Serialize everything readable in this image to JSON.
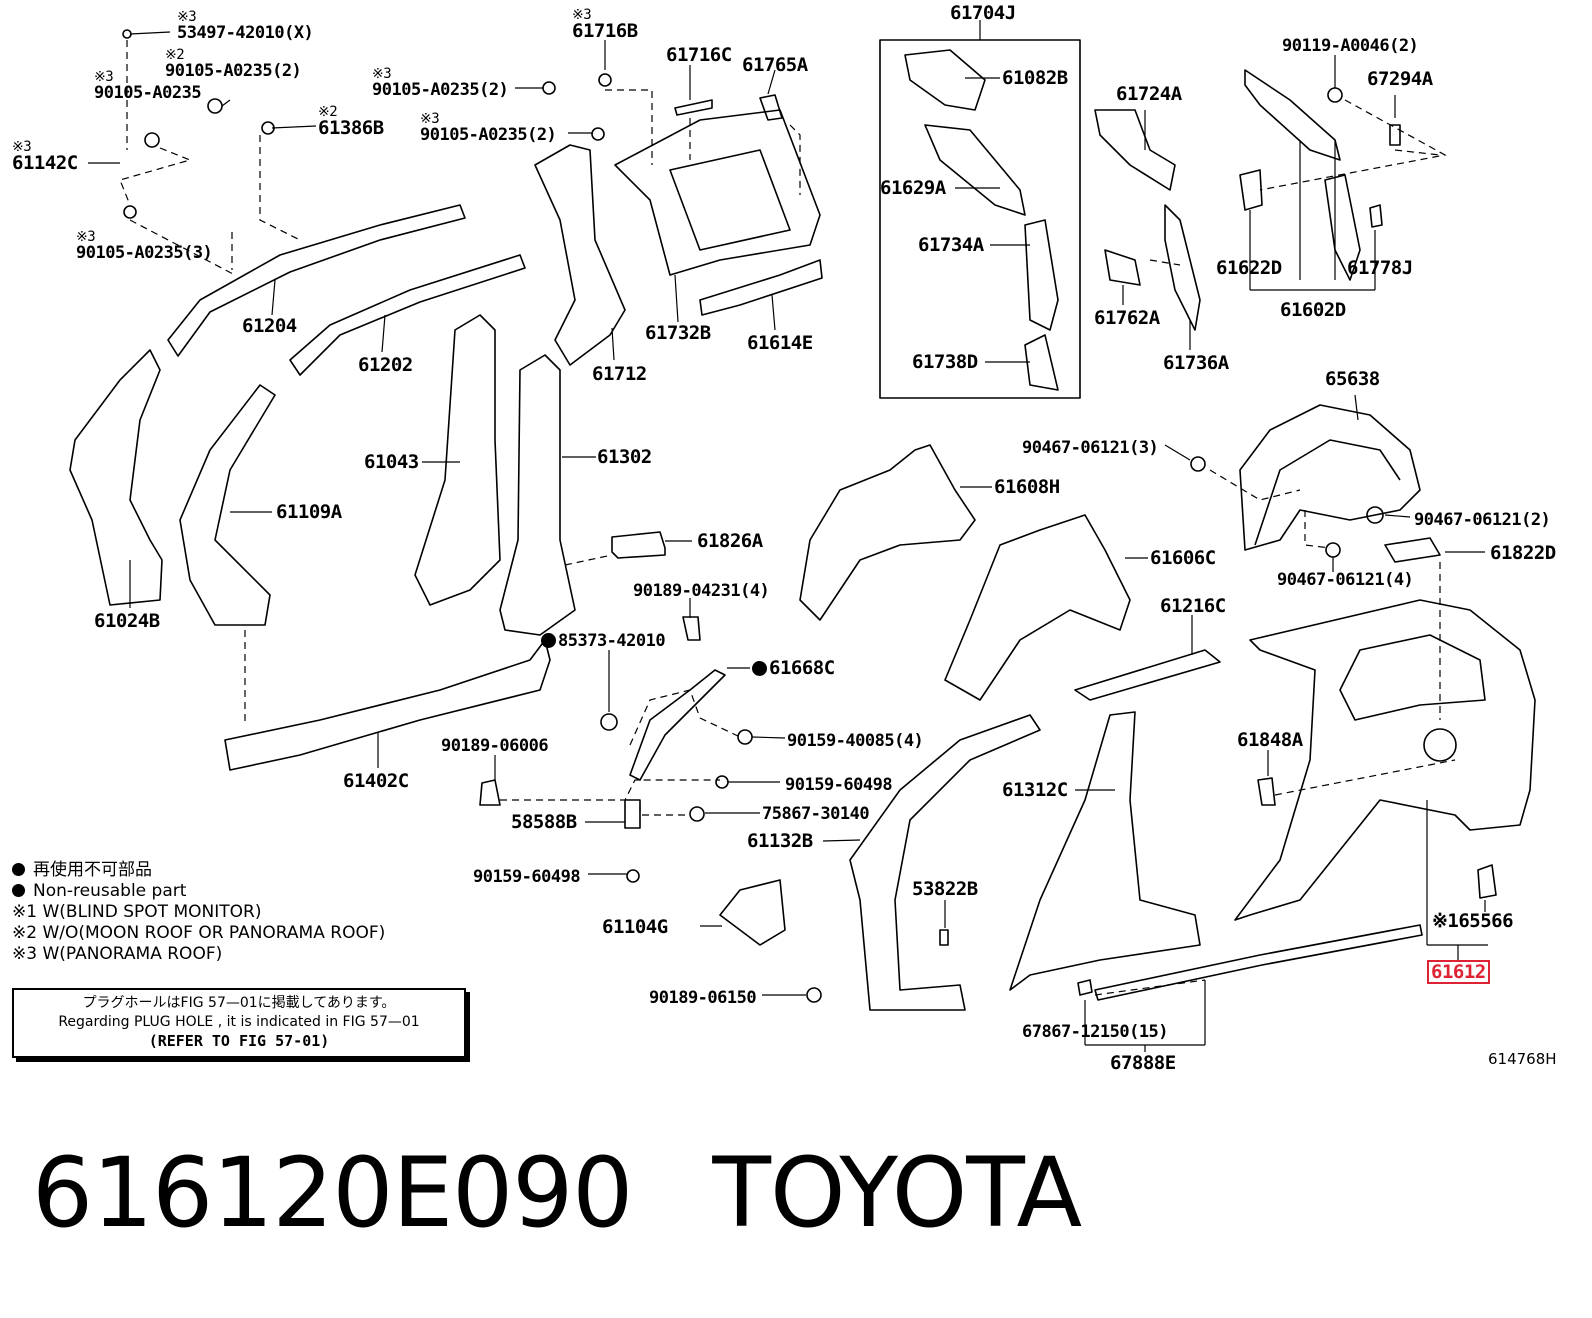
{
  "labels": {
    "p53497": {
      "text": "53497-42010(X)",
      "note": "※3"
    },
    "p90105a": {
      "text": "90105-A0235(2)",
      "note": "※2"
    },
    "p90105b": {
      "text": "90105-A0235",
      "note": "※3"
    },
    "p61386B": {
      "text": "61386B",
      "note": "※2"
    },
    "p61142C": {
      "text": "61142C",
      "note": "※3"
    },
    "p90105c": {
      "text": "90105-A0235(3)",
      "note": "※3"
    },
    "p61204": {
      "text": "61204"
    },
    "p61202": {
      "text": "61202"
    },
    "p61716B": {
      "text": "61716B",
      "note": "※3"
    },
    "p90105d": {
      "text": "90105-A0235(2)",
      "note": "※3"
    },
    "p90105e": {
      "text": "90105-A0235(2)",
      "note": "※3"
    },
    "p61716C": {
      "text": "61716C"
    },
    "p61765A": {
      "text": "61765A"
    },
    "p61732B": {
      "text": "61732B"
    },
    "p61614E": {
      "text": "61614E"
    },
    "p61712": {
      "text": "61712"
    },
    "p61043": {
      "text": "61043"
    },
    "p61302": {
      "text": "61302"
    },
    "p61109A": {
      "text": "61109A"
    },
    "p61024B": {
      "text": "61024B"
    },
    "p61704J": {
      "text": "61704J"
    },
    "p61082B": {
      "text": "61082B"
    },
    "p61629A": {
      "text": "61629A"
    },
    "p61734A": {
      "text": "61734A"
    },
    "p61738D": {
      "text": "61738D"
    },
    "p61724A": {
      "text": "61724A"
    },
    "p61762A": {
      "text": "61762A"
    },
    "p61736A": {
      "text": "61736A"
    },
    "p90119": {
      "text": "90119-A0046(2)"
    },
    "p67294A": {
      "text": "67294A"
    },
    "p61622D": {
      "text": "61622D"
    },
    "p61778J": {
      "text": "61778J"
    },
    "p61602D": {
      "text": "61602D"
    },
    "p65638": {
      "text": "65638"
    },
    "p90467a": {
      "text": "90467-06121(3)"
    },
    "p90467b": {
      "text": "90467-06121(2)"
    },
    "p90467c": {
      "text": "90467-06121(4)"
    },
    "p61822D": {
      "text": "61822D"
    },
    "p61608H": {
      "text": "61608H"
    },
    "p61606C": {
      "text": "61606C"
    },
    "p61826A": {
      "text": "61826A"
    },
    "p90189a": {
      "text": "90189-04231(4)"
    },
    "p85373": {
      "text": "85373-42010",
      "dot": true
    },
    "p61668C": {
      "text": "61668C",
      "dot": true
    },
    "p90159a": {
      "text": "90159-40085(4)"
    },
    "p90189b": {
      "text": "90189-06006"
    },
    "p90159b": {
      "text": "90159-60498"
    },
    "p75867": {
      "text": "75867-30140"
    },
    "p58588B": {
      "text": "58588B"
    },
    "p61132B": {
      "text": "61132B"
    },
    "p90159c": {
      "text": "90159-60498"
    },
    "p61104G": {
      "text": "61104G"
    },
    "p53822B": {
      "text": "53822B"
    },
    "p90189c": {
      "text": "90189-06150"
    },
    "p61402C": {
      "text": "61402C"
    },
    "p61216C": {
      "text": "61216C"
    },
    "p61312C": {
      "text": "61312C"
    },
    "p61848A": {
      "text": "61848A"
    },
    "p65566": {
      "text": "※165566"
    },
    "p61612": {
      "text": "61612"
    },
    "p67867": {
      "text": "67867-12150(15)"
    },
    "p67888E": {
      "text": "67888E"
    }
  },
  "legend": {
    "jp": "再使用不可部品",
    "en": "Non-reusable part",
    "n1": "※1 W(BLIND SPOT MONITOR)",
    "n2": "※2 W/O(MOON ROOF OR PANORAMA ROOF)",
    "n3": "※3 W(PANORAMA ROOF)"
  },
  "note_box": {
    "line1": "プラグホールはFIG 57—01に掲載してあります。",
    "line2": "Regarding  PLUG  HOLE , it is indicated in FIG  57—01",
    "line3": "(REFER  TO  FIG  57-01)"
  },
  "figure_code": "614768H",
  "title": {
    "part_number": "616120E090",
    "brand": "TOYOTA"
  },
  "colors": {
    "highlight": "#dd2233",
    "ink": "#000000"
  }
}
